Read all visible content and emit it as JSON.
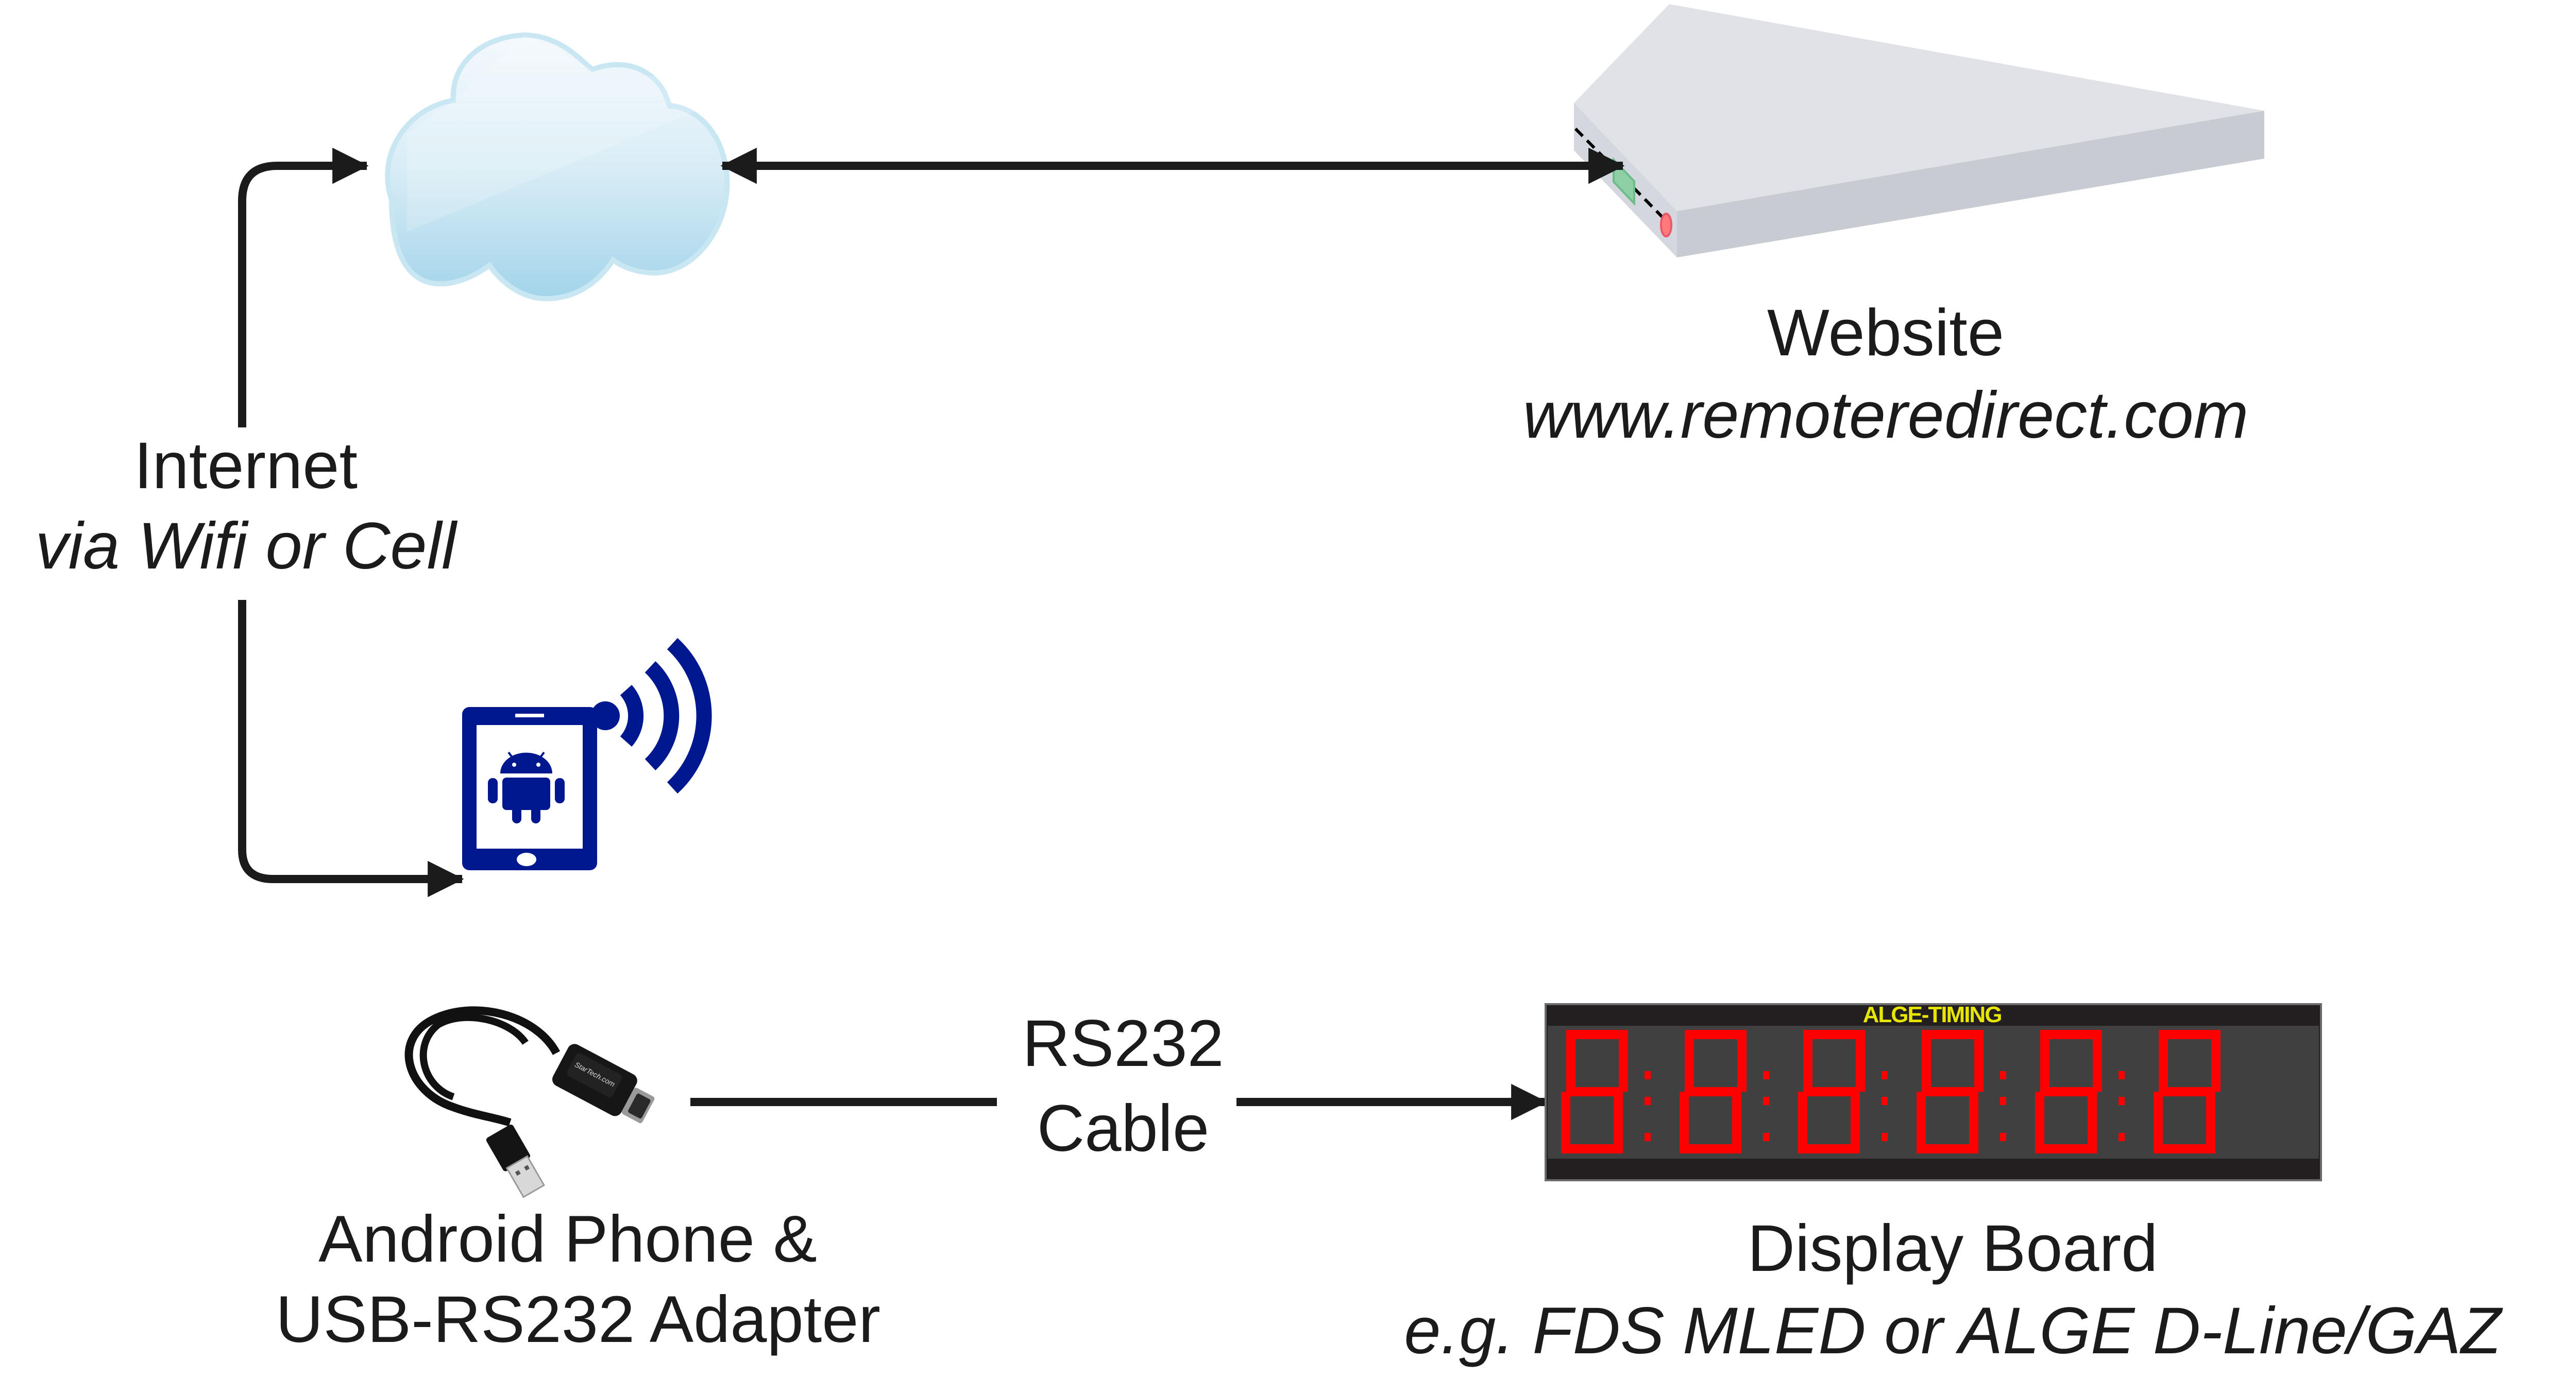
{
  "diagram": {
    "title": "Remote display data flow",
    "nodes": {
      "cloud": {
        "label": "Internet",
        "icon": "cloud-icon"
      },
      "website": {
        "label": "Website",
        "url": "www.remoteredirect.com",
        "icon": "server-icon"
      },
      "phone": {
        "label_line1": "Android Phone &",
        "label_line2": "USB-RS232 Adapter",
        "icons": [
          "smartphone-icon",
          "android-icon",
          "wifi-signal-icon",
          "usb-rs232-adapter-icon"
        ]
      },
      "display": {
        "label": "Display Board",
        "subtitle": "e.g. FDS MLED or ALGE D-Line/GAZ",
        "brand": "ALGE-TIMING",
        "digits": [
          "8",
          "8",
          "8",
          "8",
          "8",
          "8"
        ],
        "icon": "led-display-board-icon"
      }
    },
    "connections": {
      "internet": {
        "label_line1": "Internet",
        "label_line2": "via Wifi or Cell"
      },
      "cable": {
        "label_line1": "RS232",
        "label_line2": "Cable"
      }
    },
    "colors": {
      "arrow": "#1b1b1b",
      "phone_blue": "#00188f",
      "led_red": "#ff0000",
      "board_dark": "#231f20",
      "board_panel": "#404040",
      "brand_yellow": "#e6e600",
      "server_top": "#e1e2e7",
      "server_front": "#d5d7de",
      "server_side": "#c8cbd2",
      "server_led_green": "#8fcfa5",
      "server_led_red": "#ff7b7b",
      "cloud_light": "#eef7fc",
      "cloud_dark": "#a5d6eb"
    }
  }
}
